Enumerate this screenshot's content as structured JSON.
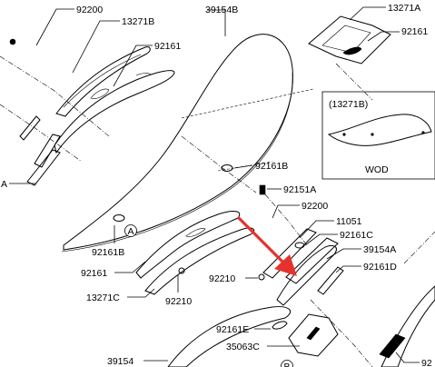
{
  "labels": {
    "p92200_top": "92200",
    "p13271B": "13271B",
    "p92161_a": "92161",
    "p39154B": "39154B",
    "p13271A": "13271A",
    "p92161_tr": "92161",
    "p92161B_mid": "92161B",
    "p92151A": "92151A",
    "p92200_mid": "92200",
    "p11051": "11051",
    "p92161C": "92161C",
    "p39154A": "39154A",
    "p92161D": "92161D",
    "p92161B_low": "92161B",
    "p92161_low": "92161",
    "p92210_a": "92210",
    "p13271C": "13271C",
    "p92210_b": "92210",
    "p92161E": "92161E",
    "p35063C": "35063C",
    "p39154": "39154",
    "p92_br": "92",
    "edge_A": "A",
    "circle_A": "A",
    "circle_B": "B"
  },
  "inset": {
    "title": "(13271B)",
    "caption": "WOD"
  },
  "colors": {
    "arrow": "#e5322d",
    "line": "#000000"
  }
}
